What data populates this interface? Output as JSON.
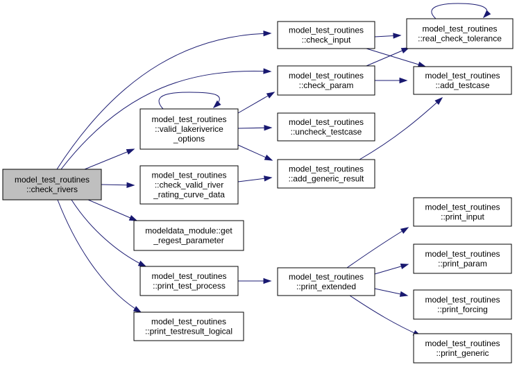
{
  "colors": {
    "edge": "#191970",
    "node_fill": "#ffffff",
    "root_fill": "#bfbfbf",
    "node_stroke": "#000000"
  },
  "nodes": {
    "check_rivers": {
      "lines": [
        "model_test_routines",
        "::check_rivers"
      ]
    },
    "check_input": {
      "lines": [
        "model_test_routines",
        "::check_input"
      ]
    },
    "check_param": {
      "lines": [
        "model_test_routines",
        "::check_param"
      ]
    },
    "valid_lakeriverice": {
      "lines": [
        "model_test_routines",
        "::valid_lakeriverice",
        "_options"
      ]
    },
    "check_valid_river": {
      "lines": [
        "model_test_routines",
        "::check_valid_river",
        "_rating_curve_data"
      ]
    },
    "get_regest": {
      "lines": [
        "modeldata_module::get",
        "_regest_parameter"
      ]
    },
    "print_test_process": {
      "lines": [
        "model_test_routines",
        "::print_test_process"
      ]
    },
    "print_testresult": {
      "lines": [
        "model_test_routines",
        "::print_testresult_logical"
      ]
    },
    "real_check_tol": {
      "lines": [
        "model_test_routines",
        "::real_check_tolerance"
      ]
    },
    "add_testcase": {
      "lines": [
        "model_test_routines",
        "::add_testcase"
      ]
    },
    "uncheck_testcase": {
      "lines": [
        "model_test_routines",
        "::uncheck_testcase"
      ]
    },
    "add_generic_result": {
      "lines": [
        "model_test_routines",
        "::add_generic_result"
      ]
    },
    "print_extended": {
      "lines": [
        "model_test_routines",
        "::print_extended"
      ]
    },
    "print_input": {
      "lines": [
        "model_test_routines",
        "::print_input"
      ]
    },
    "print_param": {
      "lines": [
        "model_test_routines",
        "::print_param"
      ]
    },
    "print_forcing": {
      "lines": [
        "model_test_routines",
        "::print_forcing"
      ]
    },
    "print_generic": {
      "lines": [
        "model_test_routines",
        "::print_generic"
      ]
    }
  },
  "edges": [
    [
      "check_rivers",
      "check_input"
    ],
    [
      "check_rivers",
      "check_param"
    ],
    [
      "check_rivers",
      "valid_lakeriverice"
    ],
    [
      "check_rivers",
      "check_valid_river"
    ],
    [
      "check_rivers",
      "get_regest"
    ],
    [
      "check_rivers",
      "print_test_process"
    ],
    [
      "check_rivers",
      "print_testresult"
    ],
    [
      "check_input",
      "real_check_tol"
    ],
    [
      "check_input",
      "add_testcase"
    ],
    [
      "check_param",
      "real_check_tol"
    ],
    [
      "check_param",
      "add_testcase"
    ],
    [
      "valid_lakeriverice",
      "check_param"
    ],
    [
      "valid_lakeriverice",
      "uncheck_testcase"
    ],
    [
      "valid_lakeriverice",
      "add_generic_result"
    ],
    [
      "valid_lakeriverice",
      "valid_lakeriverice"
    ],
    [
      "check_valid_river",
      "add_generic_result"
    ],
    [
      "add_generic_result",
      "add_testcase"
    ],
    [
      "real_check_tol",
      "real_check_tol"
    ],
    [
      "print_test_process",
      "print_extended"
    ],
    [
      "print_extended",
      "print_input"
    ],
    [
      "print_extended",
      "print_param"
    ],
    [
      "print_extended",
      "print_forcing"
    ],
    [
      "print_extended",
      "print_generic"
    ]
  ]
}
